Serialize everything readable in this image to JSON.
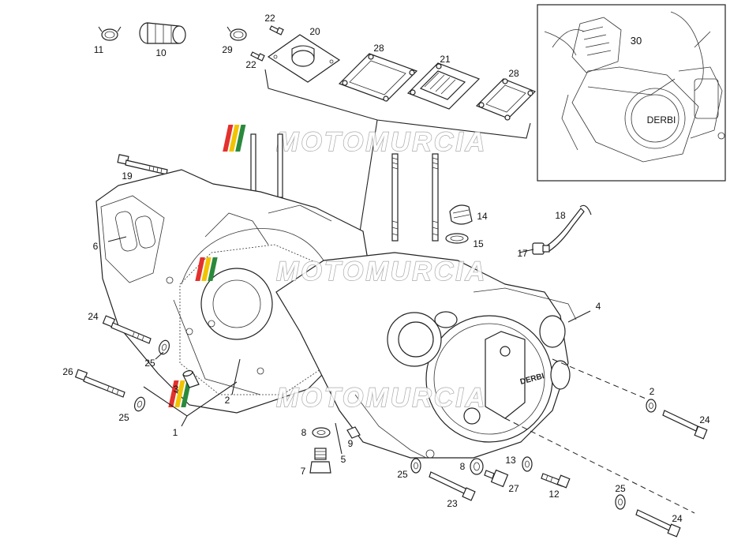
{
  "watermark": {
    "text": "MOTOMURCIA",
    "colors": [
      "#e3312d",
      "#f2c300",
      "#2a8a3c",
      "#999999"
    ]
  },
  "inset_label": "30",
  "inset_cover_text": "DERBI",
  "callouts": {
    "c1": "1",
    "c2a": "2",
    "c2b": "2",
    "c3": "3",
    "c4": "4",
    "c5": "5",
    "c6": "6",
    "c7": "7",
    "c8a": "8",
    "c8b": "8",
    "c9": "9",
    "c10": "10",
    "c11": "11",
    "c12": "12",
    "c13": "13",
    "c14": "14",
    "c15": "15",
    "c17": "17",
    "c18": "18",
    "c19": "19",
    "c20": "20",
    "c21": "21",
    "c22a": "22",
    "c22b": "22",
    "c23": "23",
    "c24a": "24",
    "c24b": "24",
    "c24c": "24",
    "c25a": "25",
    "c25b": "25",
    "c25c": "25",
    "c25d": "25",
    "c26": "26",
    "c27": "27",
    "c28a": "28",
    "c28b": "28",
    "c29": "29"
  }
}
